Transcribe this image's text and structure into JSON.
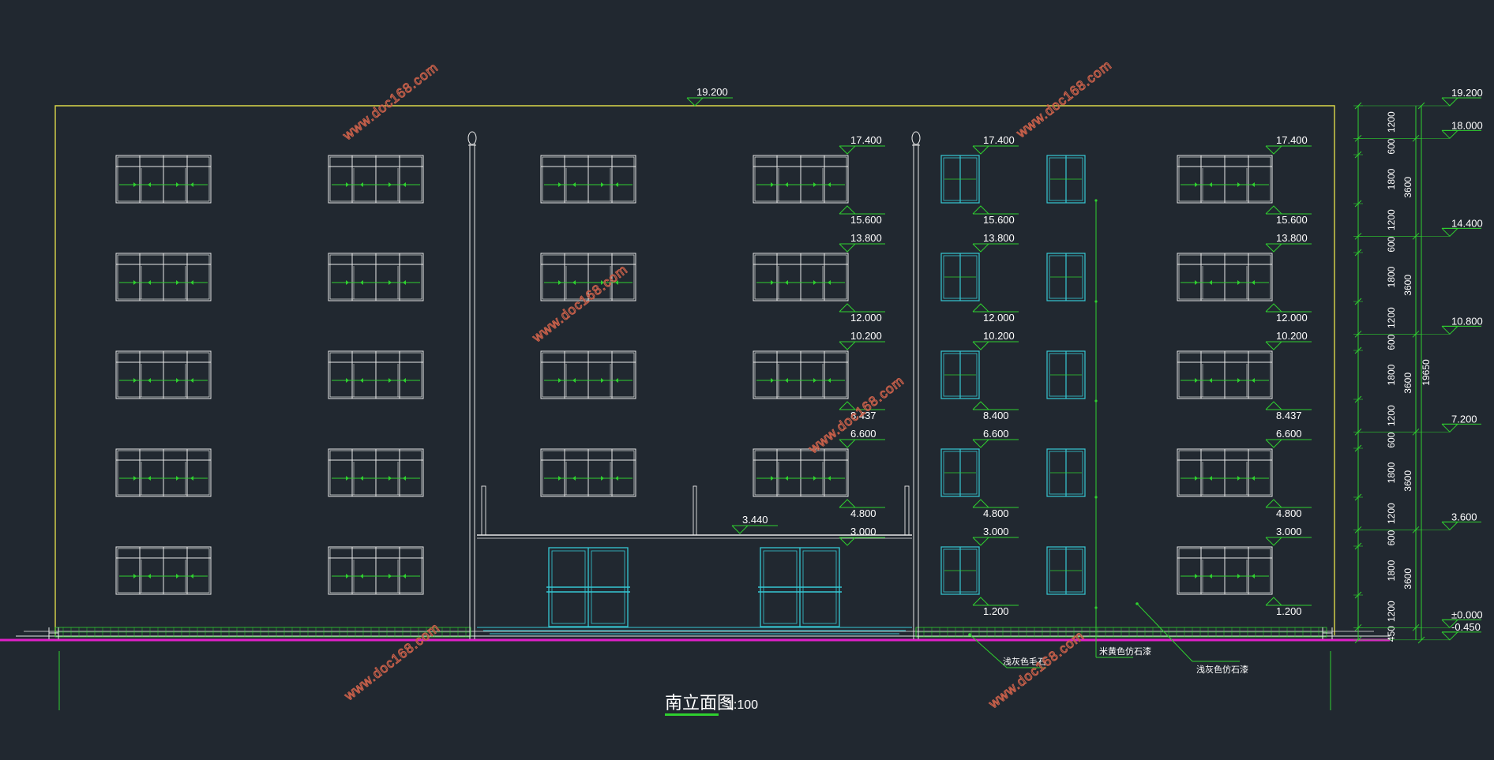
{
  "drawing": {
    "title": "南立面图",
    "scale": "1:100",
    "colors": {
      "background": "#212830",
      "outline": "#dcd84a",
      "line": "#e8e8e8",
      "dimension": "#2fd02f",
      "glazing": "#36c8d4",
      "ground": "#e020c8",
      "watermark": "#c8604a"
    }
  },
  "top_level": "19.200",
  "left_window_labels": [
    [
      "17.400",
      "15.600"
    ],
    [
      "13.800",
      "12.000"
    ],
    [
      "10.200",
      "8.437"
    ],
    [
      "6.600",
      "4.800"
    ],
    [
      "3.000",
      ""
    ]
  ],
  "mid_window_labels": [
    [
      "17.400",
      "15.600"
    ],
    [
      "13.800",
      "12.000"
    ],
    [
      "10.200",
      "8.400"
    ],
    [
      "6.600",
      "4.800"
    ],
    [
      "3.000",
      "1.200"
    ]
  ],
  "right_window_labels": [
    [
      "17.400",
      "15.600"
    ],
    [
      "13.800",
      "12.000"
    ],
    [
      "10.200",
      "8.437"
    ],
    [
      "6.600",
      "4.800"
    ],
    [
      "3.000",
      "1.200"
    ]
  ],
  "canopy_level": "3.440",
  "right_levels": [
    "19.200",
    "18.000",
    "14.400",
    "10.800",
    "7.200",
    "3.600",
    "±0.000",
    "-0.450"
  ],
  "segment_dims": [
    "1200",
    "600",
    "1800",
    "1200",
    "600",
    "1800",
    "1200",
    "600",
    "1800",
    "1200",
    "600",
    "1800",
    "1200",
    "600",
    "1800",
    "1200",
    "450"
  ],
  "floor_dims": [
    "3600",
    "3600",
    "3600",
    "3600",
    "3600"
  ],
  "total_dim": "19650",
  "material_notes": [
    "浅灰色毛石",
    "米黄色仿石漆",
    "浅灰色仿石漆"
  ],
  "watermark_text": "www.doc168.com"
}
